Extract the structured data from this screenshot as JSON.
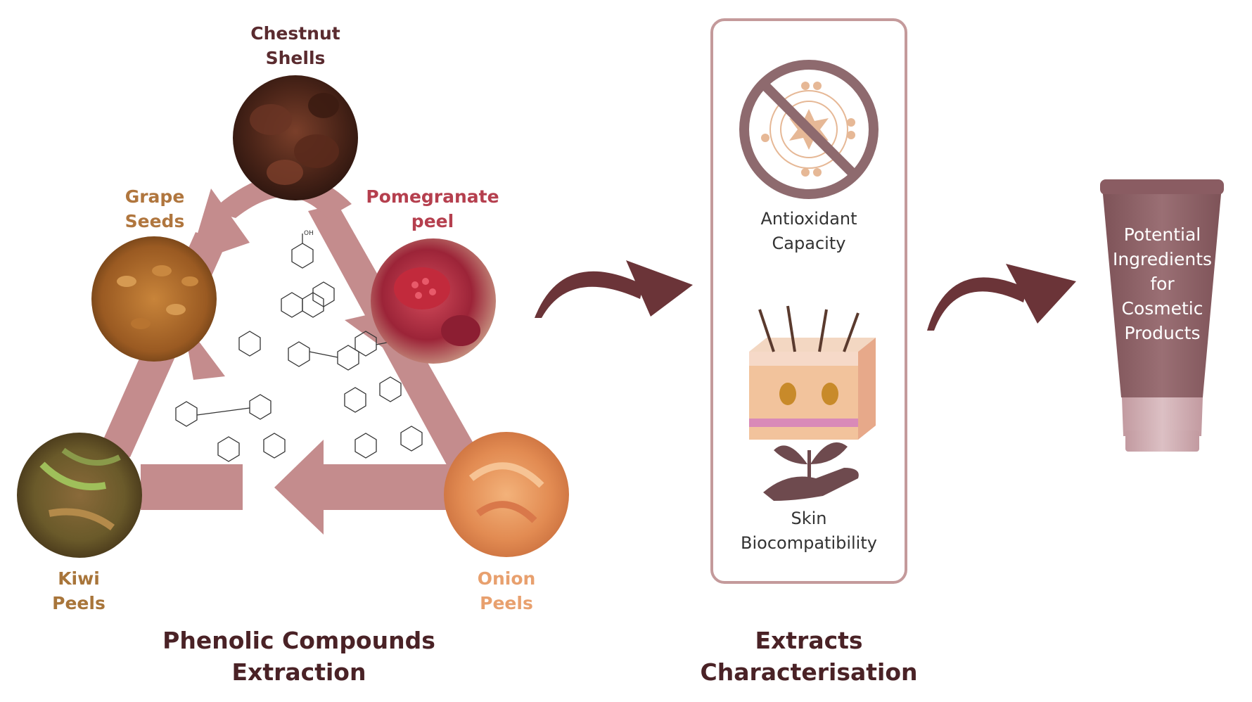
{
  "sources": {
    "chestnut": {
      "line1": "Chestnut",
      "line2": "Shells",
      "color": "#5a2b2f"
    },
    "grape": {
      "line1": "Grape",
      "line2": "Seeds",
      "color": "#b0763e"
    },
    "pomegranate": {
      "line1": "Pomegranate",
      "line2": "peel",
      "color": "#b53f4e"
    },
    "kiwi": {
      "line1": "Kiwi",
      "line2": "Peels",
      "color": "#a8753a"
    },
    "onion": {
      "line1": "Onion",
      "line2": "Peels",
      "color": "#e8a06e"
    }
  },
  "step1": {
    "line1": "Phenolic Compounds",
    "line2": "Extraction"
  },
  "step2": {
    "line1": "Extracts",
    "line2": "Characterisation"
  },
  "characterisation": {
    "antioxidant": {
      "line1": "Antioxidant",
      "line2": "Capacity"
    },
    "skin": {
      "line1": "Skin",
      "line2": "Biocompatibility"
    }
  },
  "product": {
    "line1": "Potential",
    "line2": "Ingredients",
    "line3": "for",
    "line4": "Cosmetic",
    "line5": "Products"
  },
  "colors": {
    "recycle": "#c48c8d",
    "arrow": "#6b3438",
    "panel_border": "#c49a9b",
    "tube": "#8e6469"
  }
}
